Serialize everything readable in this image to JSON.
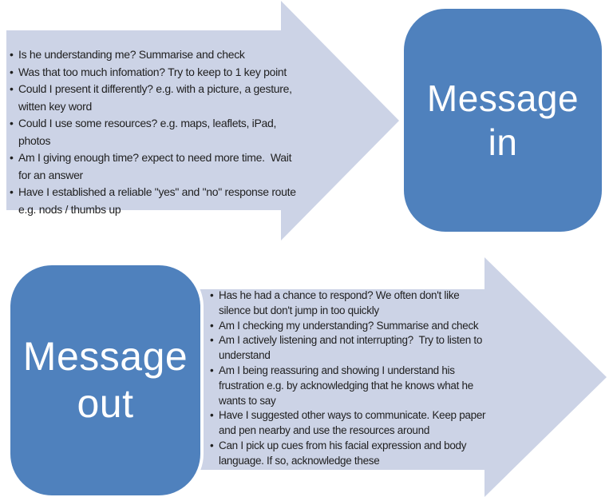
{
  "colors": {
    "arrow_fill": "#ccd3e6",
    "box_fill": "#4f81bd",
    "box_border": "#ffffff",
    "box_text": "#ffffff",
    "bullet_text": "#1f1f1f"
  },
  "bullet_char": "•",
  "message_in": {
    "label": "Message\nin",
    "bullets": [
      "Is he understanding me? Summarise and check",
      "Was that too much infomation? Try to keep to 1 key point",
      "Could I present it differently? e.g. with a picture, a gesture,\nwitten key word",
      "Could I use some resources? e.g. maps, leaflets, iPad,\nphotos",
      "Am I giving enough time? expect to need more time.  Wait\nfor an answer",
      "Have I established a reliable \"yes\" and \"no\" response route\ne.g. nods / thumbs up"
    ]
  },
  "message_out": {
    "label": "Message\nout",
    "bullets": [
      "Has he had a chance to respond? We often don't like\nsilence but don't jump in too quickly",
      "Am I checking my understanding? Summarise and check",
      "Am I actively listening and not interrupting?  Try to listen to\nunderstand",
      "Am I being reassuring and showing I understand his\nfrustration e.g. by acknowledging that he knows what he\nwants to say",
      "Have I suggested other ways to communicate. Keep paper\nand pen nearby and use the resources around",
      "Can I pick up cues from his facial expression and body\nlanguage. If so, acknowledge these"
    ]
  }
}
